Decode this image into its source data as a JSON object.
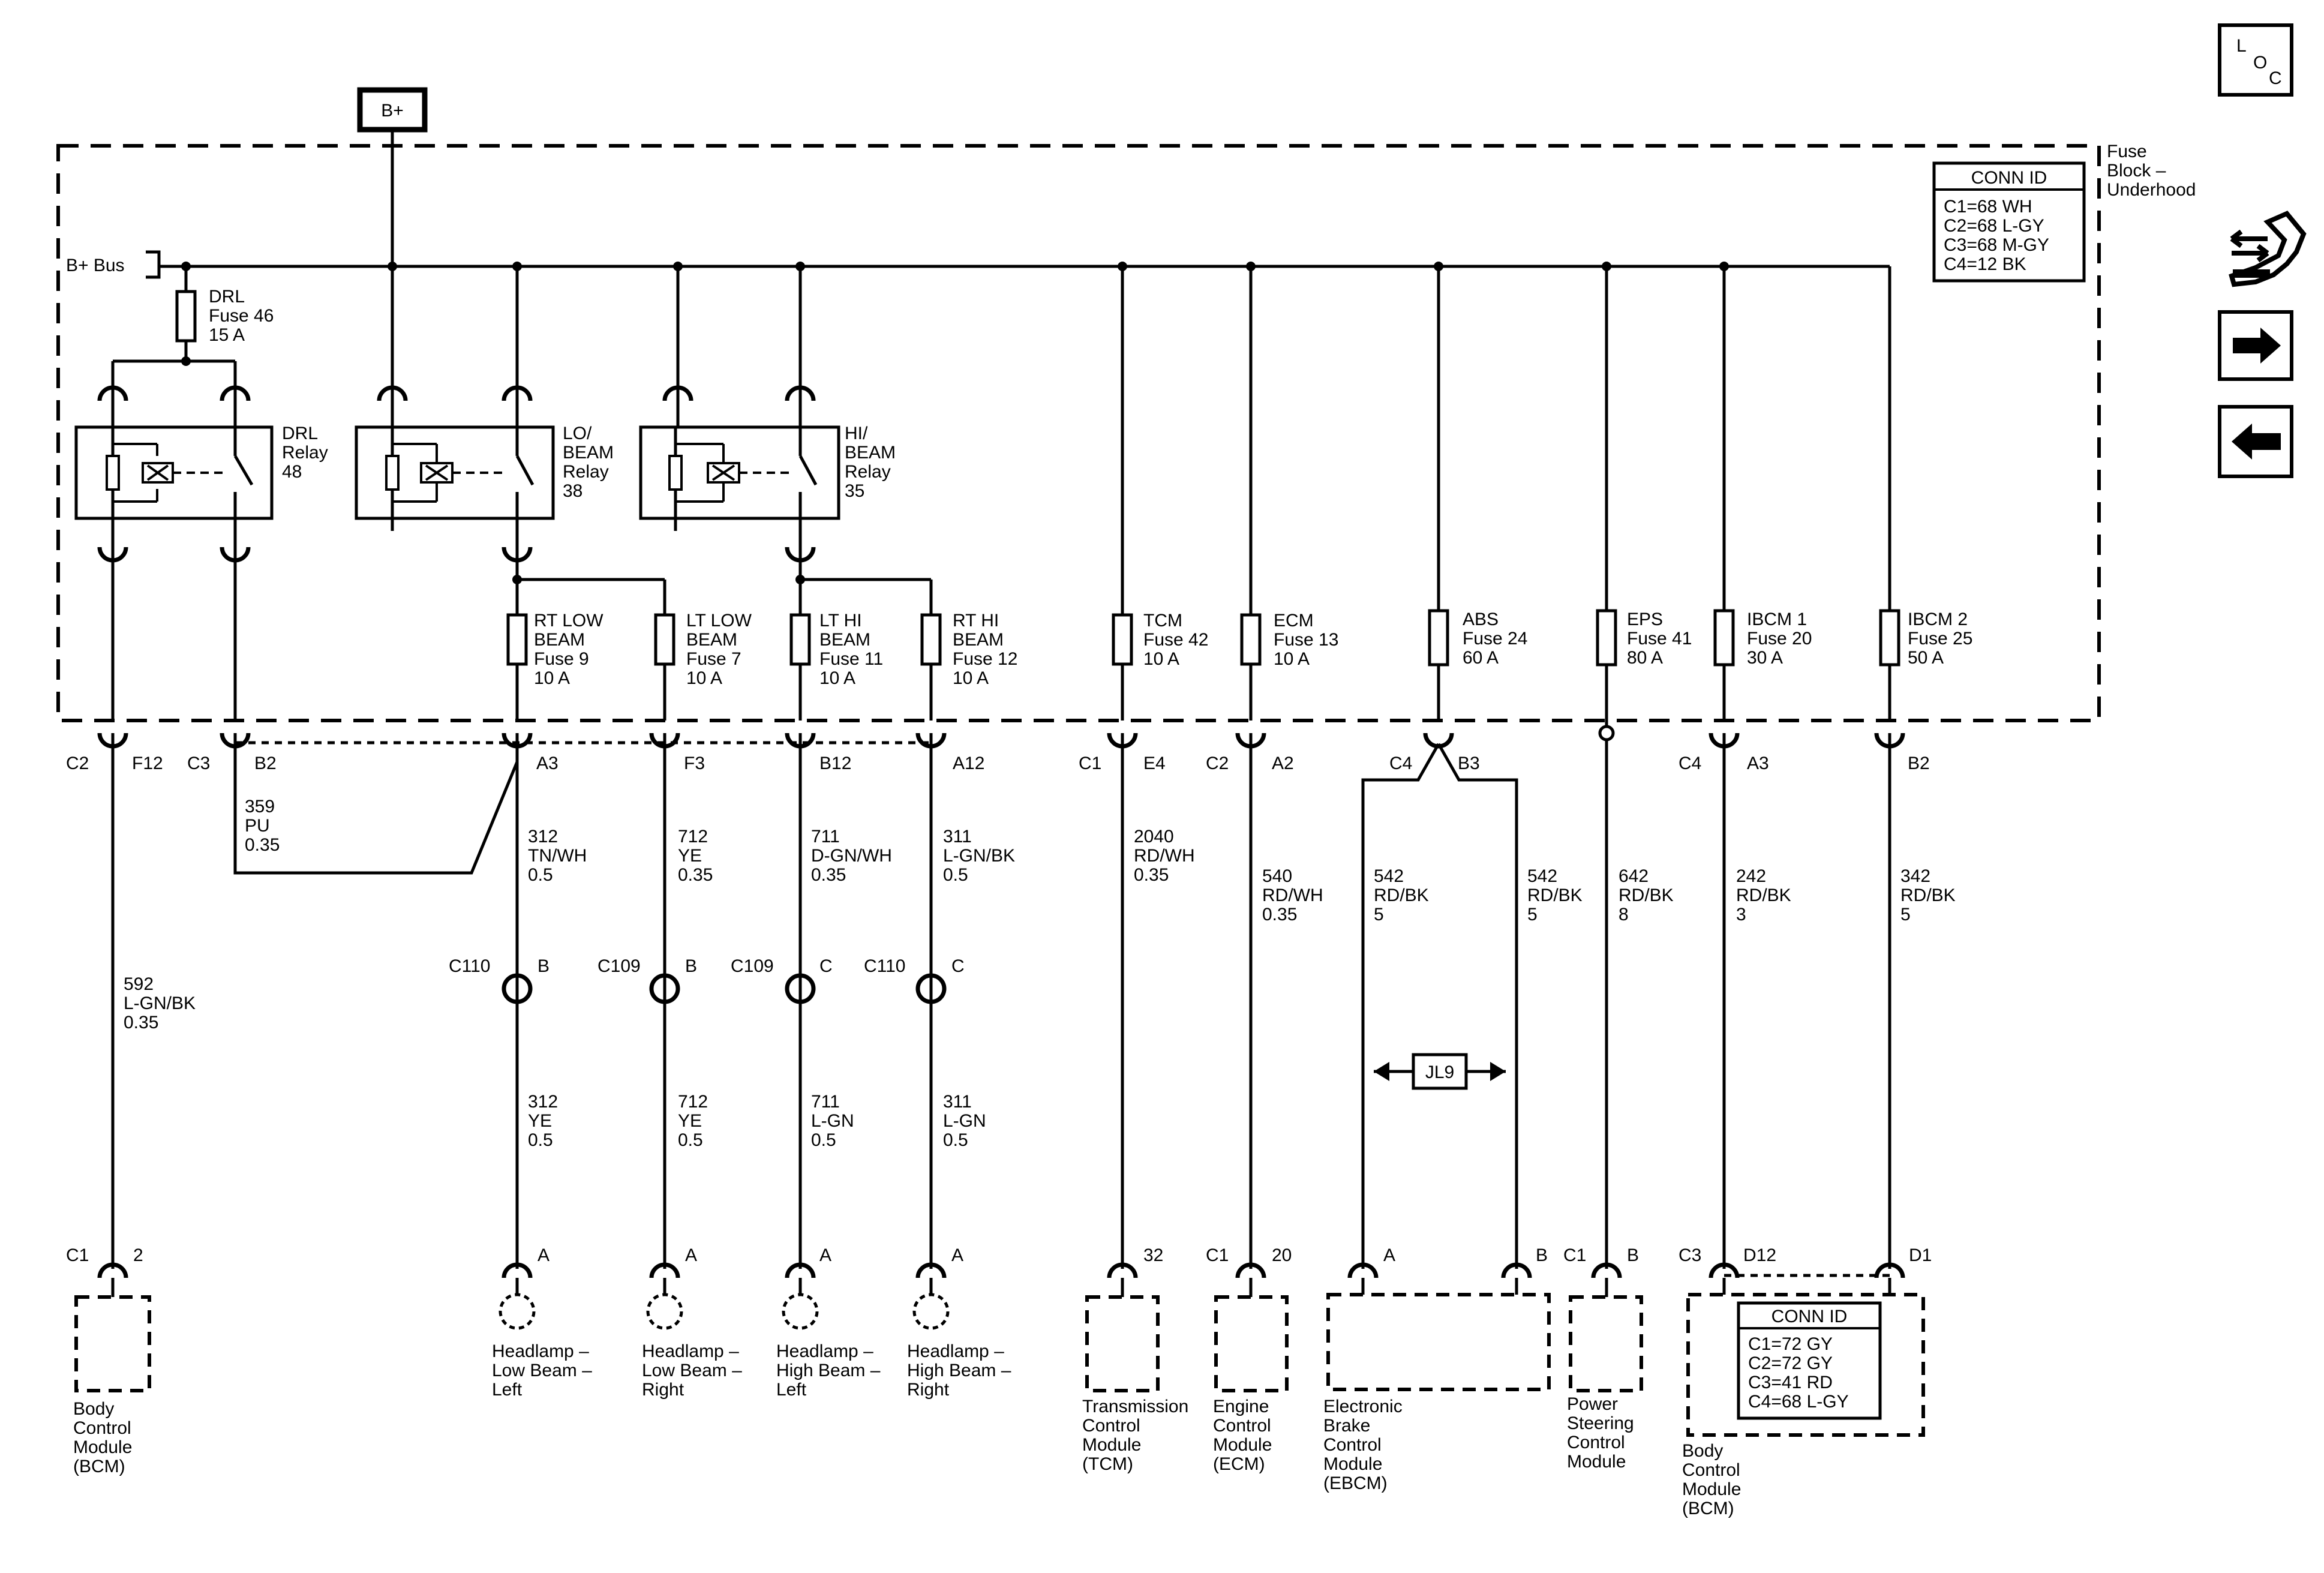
{
  "bplus": "B+",
  "bplus_bus": "B+ Bus",
  "fuse_block": [
    "Fuse",
    "Block –",
    "Underhood"
  ],
  "loc": [
    "L",
    "O",
    "C"
  ],
  "conn_id_top": {
    "title": "CONN ID",
    "lines": [
      "C1=68 WH",
      "C2=68 L-GY",
      "C3=68 M-GY",
      "C4=12 BK"
    ]
  },
  "conn_id_bcm": {
    "title": "CONN ID",
    "lines": [
      "C1=72 GY",
      "C2=72 GY",
      "C3=41 RD",
      "C4=68 L-GY"
    ]
  },
  "drl_fuse": [
    "DRL",
    "Fuse 46",
    "15 A"
  ],
  "relays": {
    "drl": [
      "DRL",
      "Relay",
      "48"
    ],
    "lo": [
      "LO/",
      "BEAM",
      "Relay",
      "38"
    ],
    "hi": [
      "HI/",
      "BEAM",
      "Relay",
      "35"
    ]
  },
  "fuses": {
    "rt_low": [
      "RT LOW",
      "BEAM",
      "Fuse 9",
      "10 A"
    ],
    "lt_low": [
      "LT LOW",
      "BEAM",
      "Fuse 7",
      "10 A"
    ],
    "lt_hi": [
      "LT HI",
      "BEAM",
      "Fuse 11",
      "10 A"
    ],
    "rt_hi": [
      "RT HI",
      "BEAM",
      "Fuse 12",
      "10 A"
    ],
    "tcm": [
      "TCM",
      "Fuse 42",
      "10 A"
    ],
    "ecm": [
      "ECM",
      "Fuse 13",
      "10 A"
    ],
    "abs": [
      "ABS",
      "Fuse 24",
      "60 A"
    ],
    "eps": [
      "EPS",
      "Fuse 41",
      "80 A"
    ],
    "ibcm1": [
      "IBCM 1",
      "Fuse 20",
      "30 A"
    ],
    "ibcm2": [
      "IBCM 2",
      "Fuse 25",
      "50 A"
    ]
  },
  "pins_top": {
    "c2": "C2",
    "f12": "F12",
    "c3": "C3",
    "b2a": "B2",
    "a3a": "A3",
    "f3": "F3",
    "b12": "B12",
    "a12": "A12",
    "c1a": "C1",
    "e4": "E4",
    "c2b": "C2",
    "a2": "A2",
    "c4a": "C4",
    "b3": "B3",
    "c4b": "C4",
    "a3b": "A3",
    "b2b": "B2"
  },
  "wires_upper": {
    "w359": [
      "359",
      "PU",
      "0.35"
    ],
    "w312": [
      "312",
      "TN/WH",
      "0.5"
    ],
    "w712": [
      "712",
      "YE",
      "0.35"
    ],
    "w711": [
      "711",
      "D-GN/WH",
      "0.35"
    ],
    "w311": [
      "311",
      "L-GN/BK",
      "0.5"
    ],
    "w2040": [
      "2040",
      "RD/WH",
      "0.35"
    ],
    "w540": [
      "540",
      "RD/WH",
      "0.35"
    ],
    "w542a": [
      "542",
      "RD/BK",
      "5"
    ],
    "w542b": [
      "542",
      "RD/BK",
      "5"
    ],
    "w642": [
      "642",
      "RD/BK",
      "8"
    ],
    "w242": [
      "242",
      "RD/BK",
      "3"
    ],
    "w342": [
      "342",
      "RD/BK",
      "5"
    ],
    "w592": [
      "592",
      "L-GN/BK",
      "0.35"
    ]
  },
  "inline_conn": {
    "c110a": "C110",
    "ba": "B",
    "c109a": "C109",
    "bb": "B",
    "c109b": "C109",
    "ca": "C",
    "c110b": "C110",
    "cb": "C"
  },
  "wires_lower": {
    "w312": [
      "312",
      "YE",
      "0.5"
    ],
    "w712": [
      "712",
      "YE",
      "0.5"
    ],
    "w711": [
      "711",
      "L-GN",
      "0.5"
    ],
    "w311": [
      "311",
      "L-GN",
      "0.5"
    ]
  },
  "splice": "JL9",
  "pins_bottom": {
    "c1a": "C1",
    "p2": "2",
    "a1": "A",
    "a2": "A",
    "a3": "A",
    "a4": "A",
    "p32": "32",
    "c1b": "C1",
    "p20": "20",
    "a5": "A",
    "b1": "B",
    "c1c": "C1",
    "b2": "B",
    "c3": "C3",
    "d12": "D12",
    "d1": "D1"
  },
  "components": {
    "bcm1": [
      "Body",
      "Control",
      "Module",
      "(BCM)"
    ],
    "hl_low_left": [
      "Headlamp –",
      "Low Beam –",
      "Left"
    ],
    "hl_low_right": [
      "Headlamp –",
      "Low Beam –",
      "Right"
    ],
    "hl_high_left": [
      "Headlamp –",
      "High Beam –",
      "Left"
    ],
    "hl_high_right": [
      "Headlamp –",
      "High Beam –",
      "Right"
    ],
    "tcm": [
      "Transmission",
      "Control",
      "Module",
      "(TCM)"
    ],
    "ecm": [
      "Engine",
      "Control",
      "Module",
      "(ECM)"
    ],
    "ebcm": [
      "Electronic",
      "Brake",
      "Control",
      "Module",
      "(EBCM)"
    ],
    "psc": [
      "Power",
      "Steering",
      "Control",
      "Module"
    ],
    "bcm2": [
      "Body",
      "Control",
      "Module",
      "(BCM)"
    ]
  },
  "nav_icons": [
    "loc-icon",
    "connector-icon",
    "forward-arrow-icon",
    "back-arrow-icon"
  ]
}
